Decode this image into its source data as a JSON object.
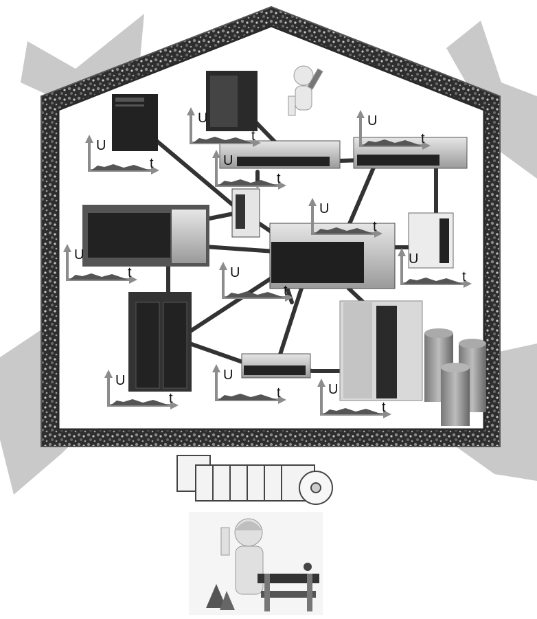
{
  "diagram": {
    "util_charts": [
      {
        "id": "util-chart-1",
        "y_label": "U",
        "x_label": "t"
      },
      {
        "id": "util-chart-2",
        "y_label": "U",
        "x_label": "t"
      },
      {
        "id": "util-chart-3",
        "y_label": "U",
        "x_label": "t"
      },
      {
        "id": "util-chart-4",
        "y_label": "U",
        "x_label": "t"
      },
      {
        "id": "util-chart-5",
        "y_label": "U",
        "x_label": "t"
      },
      {
        "id": "util-chart-6",
        "y_label": "U",
        "x_label": "t"
      },
      {
        "id": "util-chart-7",
        "y_label": "U",
        "x_label": "t"
      },
      {
        "id": "util-chart-8",
        "y_label": "U",
        "x_label": "t"
      },
      {
        "id": "util-chart-9",
        "y_label": "U",
        "x_label": "t"
      },
      {
        "id": "util-chart-10",
        "y_label": "U",
        "x_label": "t"
      },
      {
        "id": "util-chart-11",
        "y_label": "U",
        "x_label": "t"
      }
    ],
    "icons": [
      "tower-server-icon",
      "rack-server-icon",
      "blade-chassis-icon",
      "server-rack-cabinet-icon",
      "wrench-technician-icon",
      "coin-stacks-icon",
      "software-boxes-icon",
      "construction-worker-icon",
      "traffic-cone-icon",
      "road-barrier-icon",
      "explosion-burst-icon"
    ],
    "colors": {
      "connection": "#333333",
      "wall_dark": "#3a3a3a",
      "burst": "#c9c9c9",
      "axis": "#8c8c8c"
    }
  }
}
